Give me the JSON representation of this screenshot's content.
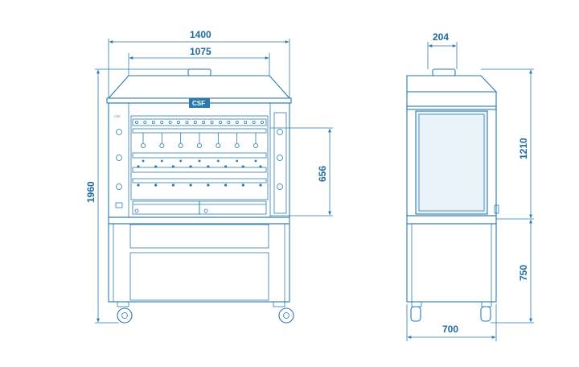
{
  "colors": {
    "line": "#2a7ab0",
    "text": "#1e6aa0",
    "panel": "#eaf3f9"
  },
  "front_view": {
    "logo": "CSF",
    "badge": "CSF",
    "dimensions": {
      "overall_width": "1400",
      "hood_width": "1075",
      "total_height": "1960",
      "chamber_height": "656"
    }
  },
  "side_view": {
    "dimensions": {
      "top_width": "204",
      "upper_height": "1210",
      "base_height": "750",
      "depth": "700"
    }
  }
}
